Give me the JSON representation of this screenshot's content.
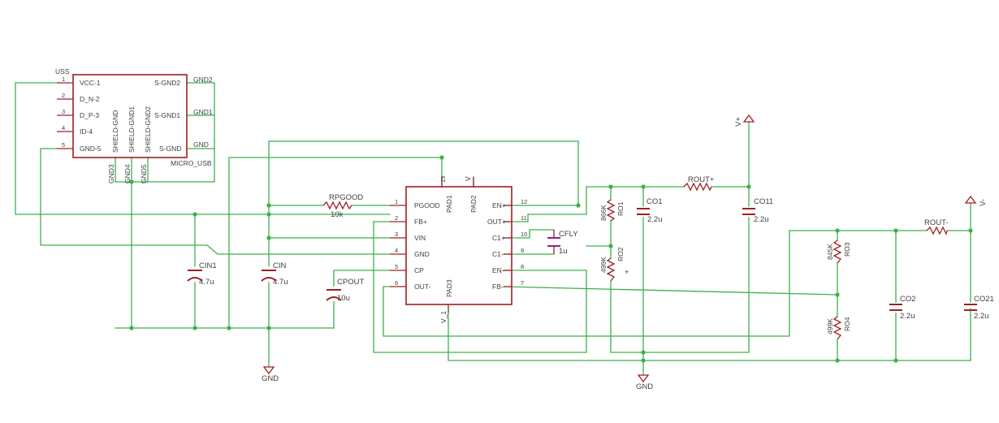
{
  "usb": {
    "name": "USS",
    "value": "MICRO_USB",
    "left_pins": [
      {
        "num": "1",
        "label": "VCC-1"
      },
      {
        "num": "2",
        "label": "D_N-2"
      },
      {
        "num": "3",
        "label": "D_P-3"
      },
      {
        "num": "4",
        "label": "ID-4"
      },
      {
        "num": "5",
        "label": "GND-5"
      }
    ],
    "right_pins": [
      "S-GND2",
      "S-GND1",
      "S-GND"
    ],
    "right_nets": [
      "GND2",
      "GND1",
      "GND"
    ],
    "shield_pins": [
      "SHIELD-GND",
      "SHIELD-GND1",
      "SHIELD-GND2"
    ],
    "bottom_nets": [
      "GND3",
      "GND4",
      "GND5"
    ]
  },
  "ic": {
    "left_pins": [
      {
        "num": "1",
        "label": "PGOOD"
      },
      {
        "num": "2",
        "label": "FB+"
      },
      {
        "num": "3",
        "label": "VIN"
      },
      {
        "num": "4",
        "label": "GND"
      },
      {
        "num": "5",
        "label": "CP"
      },
      {
        "num": "6",
        "label": "OUT-"
      }
    ],
    "right_pins": [
      {
        "num": "12",
        "label": "EN+"
      },
      {
        "num": "11",
        "label": "OUT+"
      },
      {
        "num": "10",
        "label": "C1+"
      },
      {
        "num": "9",
        "label": "C1-"
      },
      {
        "num": "8",
        "label": "EN-"
      },
      {
        "num": "7",
        "label": "FB-"
      }
    ],
    "top_pins": [
      {
        "num": "13",
        "label": "PAD1"
      },
      {
        "num": "",
        "label": "PAD2"
      },
      {
        "num": "",
        "label": "V"
      }
    ],
    "bottom_pins": [
      {
        "num": "",
        "label": "PAD3"
      },
      {
        "num": "",
        "label": "V_1"
      }
    ]
  },
  "resistors": {
    "rpgood": {
      "name": "RPGOOD",
      "value": "10k"
    },
    "rout_pos": {
      "name": "ROUT+"
    },
    "rout_neg": {
      "name": "ROUT-"
    },
    "ro1": {
      "name": "RO1",
      "value": "866K"
    },
    "ro2": {
      "name": "RO2",
      "value": "499K"
    },
    "ro3": {
      "name": "RO3",
      "value": "845K"
    },
    "ro4": {
      "name": "RO4",
      "value": "499K"
    }
  },
  "capacitors": {
    "cin1": {
      "name": "CIN1",
      "value": "4.7u"
    },
    "cin": {
      "name": "CIN",
      "value": "4.7u"
    },
    "cpout": {
      "name": "CPOUT",
      "value": "10u"
    },
    "cfly": {
      "name": "CFLY",
      "value": "1u"
    },
    "co1": {
      "name": "CO1",
      "value": "2.2u"
    },
    "co11": {
      "name": "CO11",
      "value": "2.2u"
    },
    "co2": {
      "name": "CO2",
      "value": "2.2u"
    },
    "co21": {
      "name": "CO21",
      "value": "2.2u"
    }
  },
  "supplies": {
    "gnd1": "GND",
    "gnd2": "GND",
    "vpos": "V+",
    "vneg": "V-"
  },
  "polarity_mark": "+",
  "colors": {
    "wire": "#3db04a",
    "part": "#a02020",
    "text": "#404040",
    "cfly": "#8a2a8a"
  }
}
